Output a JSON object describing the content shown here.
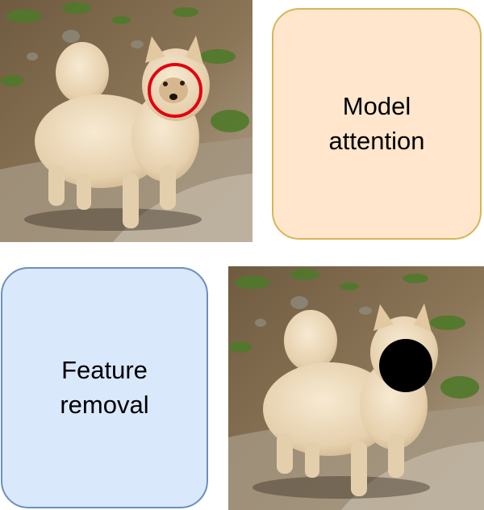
{
  "boxes": {
    "attention": {
      "label": "Model\nattention",
      "fill": "#ffe6cc",
      "stroke": "#d6b656"
    },
    "removal": {
      "label": "Feature\nremoval",
      "fill": "#dae8fc",
      "stroke": "#6c8ebf"
    }
  },
  "photos": {
    "top": {
      "subject": "pomeranian dog standing on dirt path",
      "overlay": "red circle around face",
      "overlay_color": "#e3000f"
    },
    "bottom": {
      "subject": "pomeranian dog standing on dirt path",
      "overlay": "black disk covering face",
      "overlay_color": "#000000"
    }
  }
}
